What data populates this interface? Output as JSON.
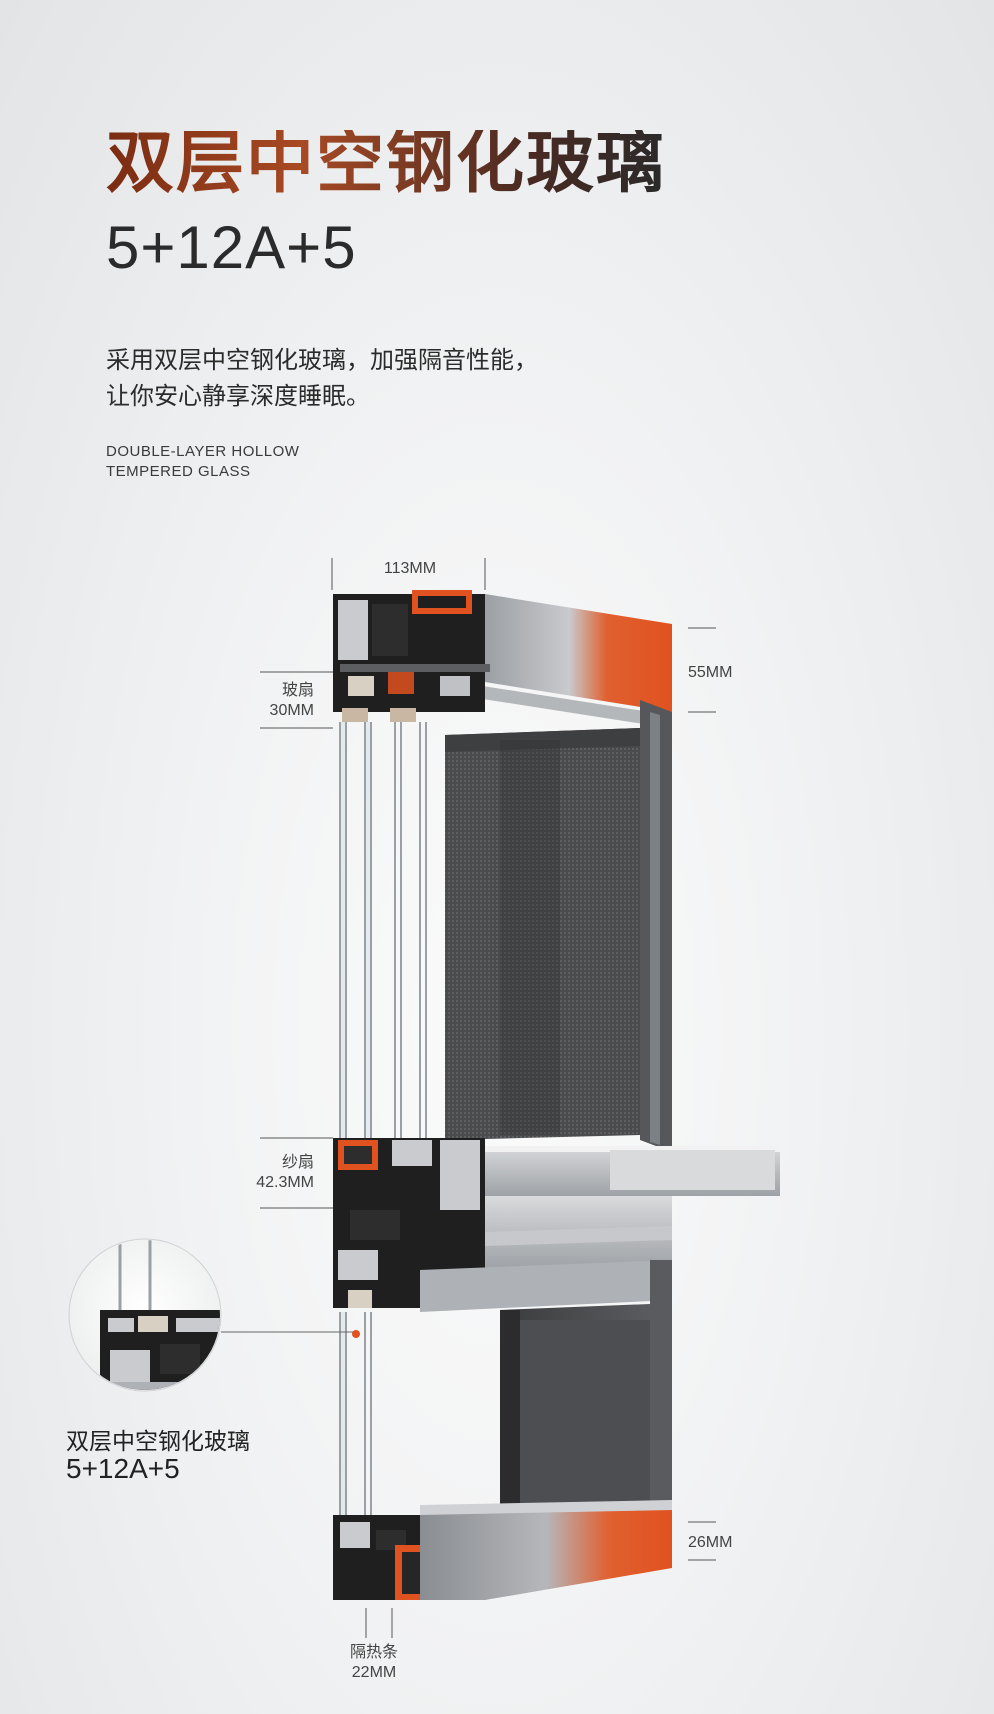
{
  "heading": {
    "title": "双层中空钢化玻璃",
    "spec": "5+12A+5"
  },
  "description": {
    "line1": "采用双层中空钢化玻璃，加强隔音性能，",
    "line2": "让你安心静享深度睡眠。"
  },
  "english": {
    "line1": "DOUBLE-LAYER HOLLOW",
    "line2": "TEMPERED GLASS"
  },
  "dimensions": {
    "top_width": "113MM",
    "frame_height": "55MM",
    "glass_sash_label": "玻扇",
    "glass_sash_value": "30MM",
    "screen_sash_label": "纱扇",
    "screen_sash_value": "42.3MM",
    "bottom_frame": "26MM",
    "thermal_break_label": "隔热条",
    "thermal_break_value": "22MM"
  },
  "callout": {
    "title": "双层中空钢化玻璃",
    "spec": "5+12A+5"
  },
  "colors": {
    "accent_orange": "#e0521f",
    "frame_dark": "#2a2a2a",
    "aluminum": "#9a9da1"
  }
}
